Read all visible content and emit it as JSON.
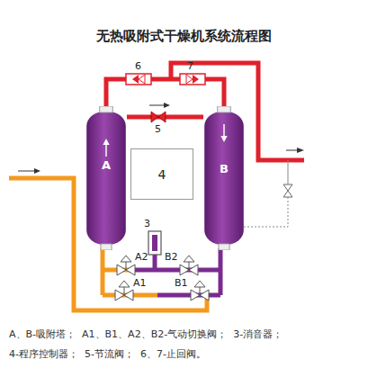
{
  "diagram": {
    "title": "无热吸附式干燥机系统流程图",
    "nodes": [
      {
        "text": [
          "A"
        ]
      },
      {
        "text": [
          "4"
        ]
      },
      {
        "text": [
          "B"
        ]
      }
    ],
    "edges": [
      {
        "from": 0,
        "to": 2,
        "arrow": "none"
      },
      {
        "from": 0,
        "to": 2,
        "arrow": "none"
      }
    ],
    "labels": [
      "6",
      "7",
      "5",
      "3",
      "A2",
      "B2",
      "A1",
      "B1",
      "A、B-吸附塔；  A1、B1、A2、B2-气动切换阀；  3-消音器；",
      "4-程序控制器；  5-节流阀；  6、7-止回阀。"
    ]
  }
}
